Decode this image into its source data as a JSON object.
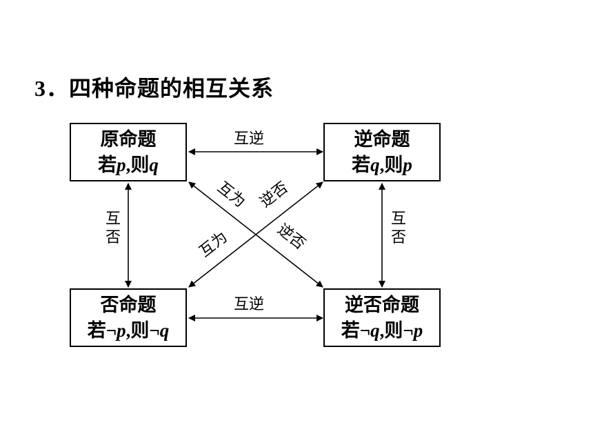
{
  "heading": {
    "number": "3．",
    "text": "四种命题的相互关系"
  },
  "boxes": {
    "original": {
      "title": "原命题",
      "prefix": "若",
      "p": "p",
      "sep": ",则",
      "q": "q"
    },
    "converse": {
      "title": "逆命题",
      "prefix": "若",
      "p": "q",
      "sep": ",则",
      "q": "p"
    },
    "inverse": {
      "title": "否命题",
      "prefix": "若¬",
      "p": "p",
      "sep": ",则¬",
      "q": "q"
    },
    "contrapositive": {
      "title": "逆否命题",
      "prefix": "若¬",
      "p": "q",
      "sep": ",则¬",
      "q": "p"
    }
  },
  "relations": {
    "top": "互逆",
    "bottom": "互逆",
    "left": "互否",
    "right": "互否",
    "diag_upper_left": "互为",
    "diag_upper_right": "逆否",
    "diag_lower_left": "互为",
    "diag_lower_right": "逆否"
  }
}
